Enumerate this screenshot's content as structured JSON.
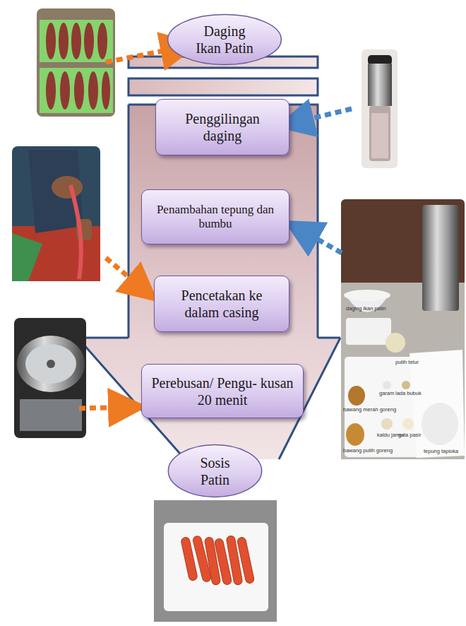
{
  "diagram": {
    "nodes": [
      {
        "text": [
          "Daging Ikan Patin"
        ]
      },
      {
        "text": [
          "Penggilingan daging"
        ]
      },
      {
        "text": [
          "Penambahan tepung dan bumbu"
        ]
      },
      {
        "text": [
          "Pencetakan ke dalam casing"
        ]
      },
      {
        "text": [
          "Perebusan/ Pengu- kusan 20 menit"
        ]
      },
      {
        "text": [
          "Sosis Patin"
        ]
      }
    ],
    "labels": [
      "daging ikan patin",
      "putih telur",
      "bawang merah goreng",
      "garam",
      "lada bubuk",
      "kaldu jamur",
      "gula pasir",
      "tepung tapioka",
      "bawang putih goreng"
    ]
  }
}
